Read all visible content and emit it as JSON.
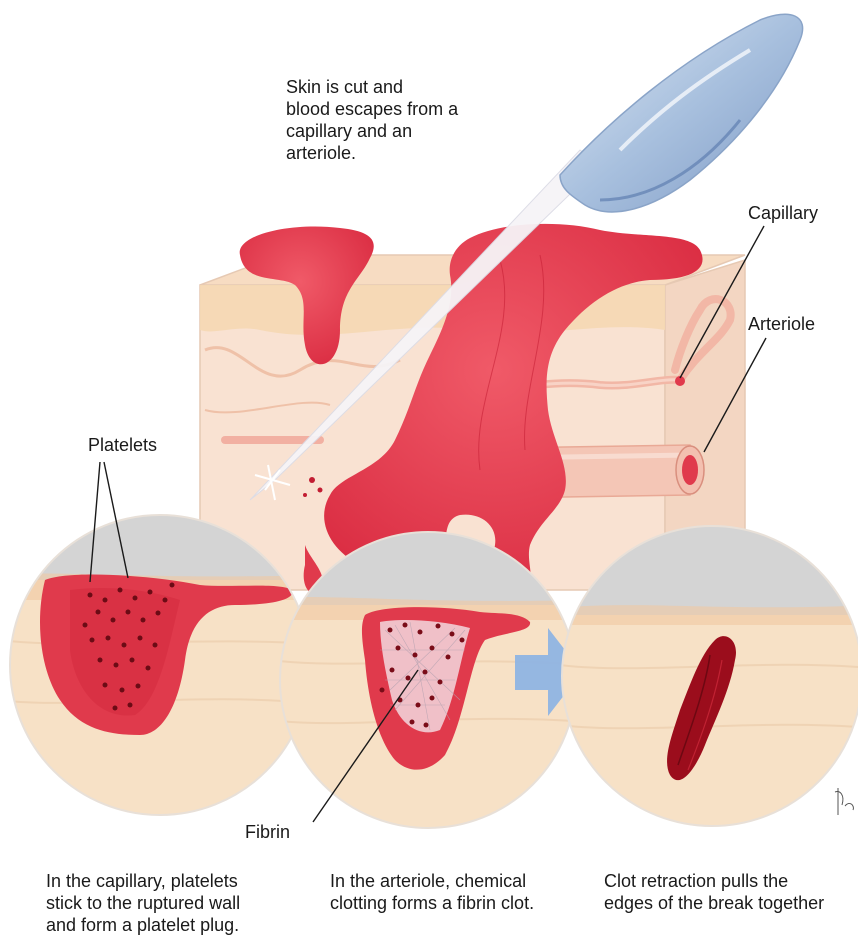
{
  "labels": {
    "intro": "Skin is cut and\nblood escapes from a\ncapillary and an\narteriole.",
    "capillary": "Capillary",
    "arteriole": "Arteriole",
    "platelets": "Platelets",
    "fibrin": "Fibrin"
  },
  "captions": {
    "capillary_stage": "In the capillary, platelets\nstick to the ruptured wall\nand form a platelet plug.",
    "arteriole_stage": "In the arteriole, chemical\nclotting forms a fibrin clot.",
    "retraction_stage": "Clot retraction pulls the\nedges of the break together"
  },
  "colors": {
    "blood": "#e03a4c",
    "blood_dark": "#b5162b",
    "clot": "#9b0d1c",
    "skin": "#f6dcc0",
    "dermis": "#f9e2d2",
    "arrow": "#8fb4e3",
    "gray": "#d4d4d4"
  },
  "icons": {
    "scalpel": "scalpel-blade-icon",
    "arrow": "right-arrow-icon"
  }
}
